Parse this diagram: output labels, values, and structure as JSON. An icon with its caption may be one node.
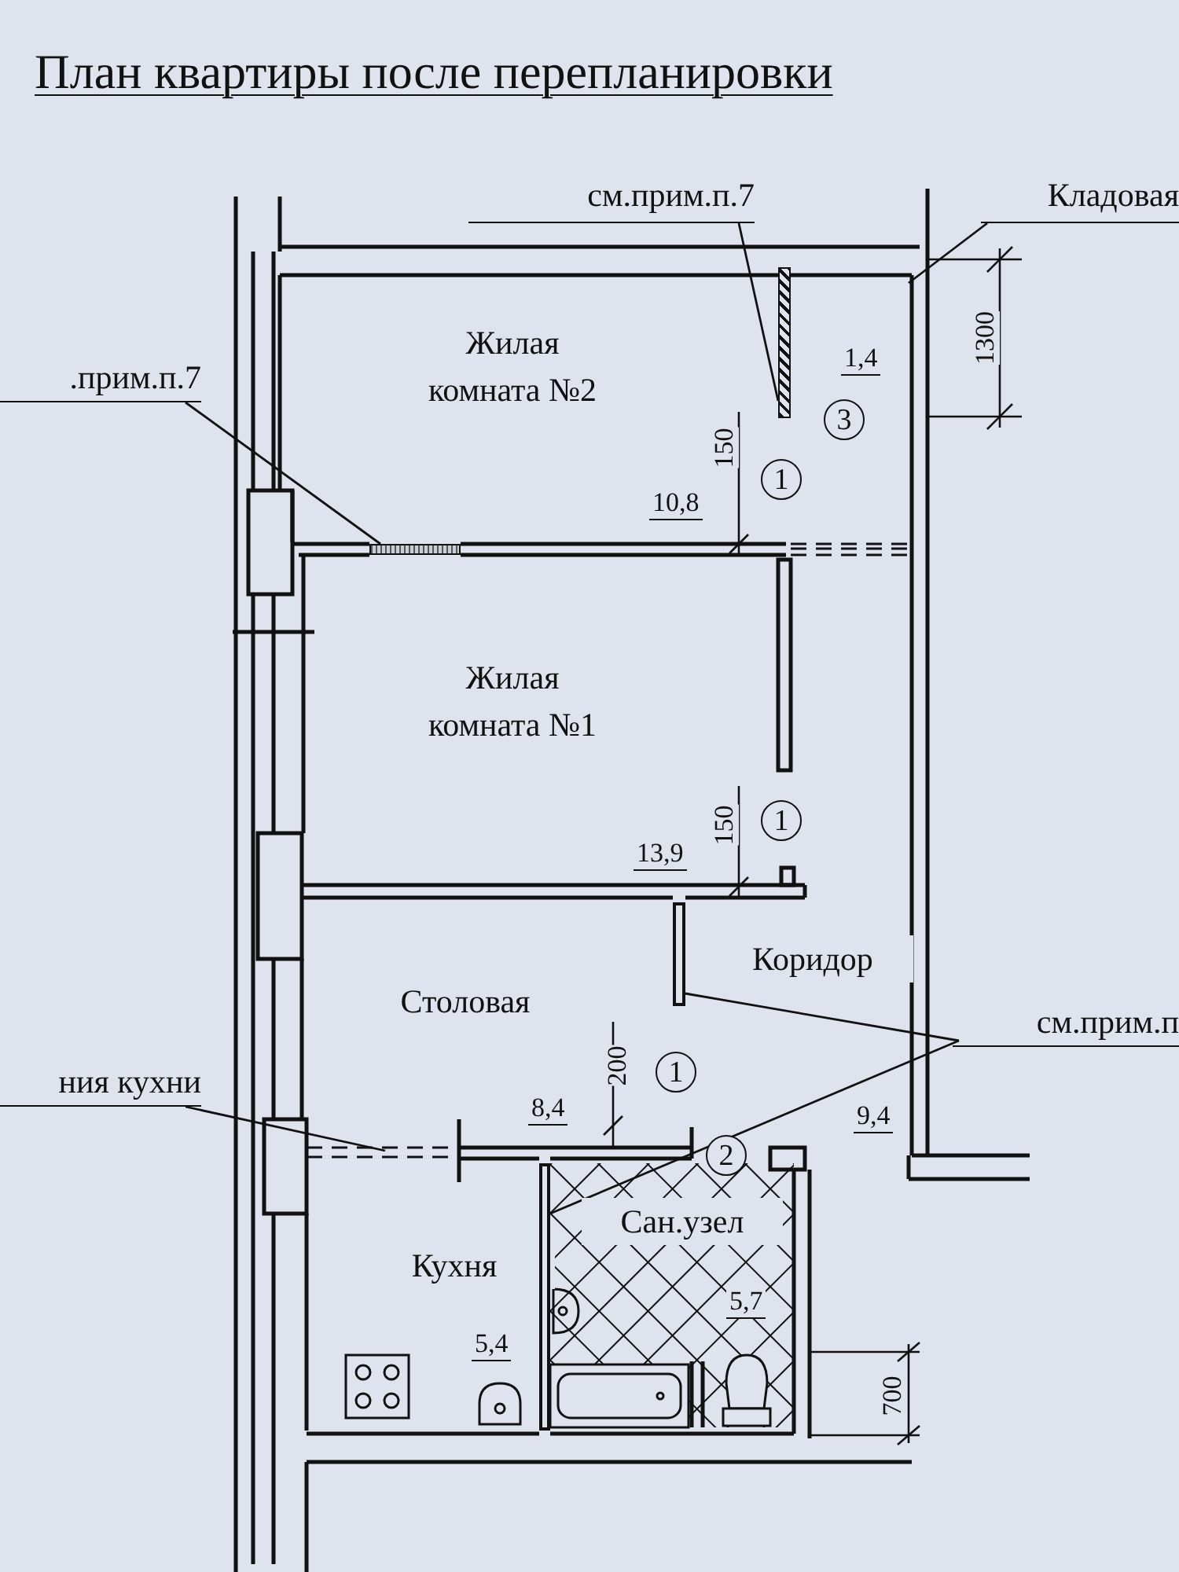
{
  "diagram": {
    "title": "План квартиры после перепланировки",
    "nodes": [
      {
        "text": [
          "Жилая комната №2",
          "10,8"
        ]
      },
      {
        "text": [
          "1,4"
        ]
      },
      {
        "text": [
          "Жилая комната №1",
          "13,9"
        ]
      },
      {
        "text": [
          "Столовая",
          "8,4"
        ]
      },
      {
        "text": [
          "Коридор",
          "9,4"
        ]
      },
      {
        "text": [
          "Кухня",
          "5,4"
        ]
      },
      {
        "text": [
          "Сан.узел",
          "5,7"
        ]
      },
      {
        "text": [
          "см.прим.п.7"
        ]
      },
      {
        "text": [],
        "shape": "bar"
      },
      {
        "text": [
          ".прим.п.7"
        ]
      },
      {
        "text": [],
        "shape": "bar"
      },
      {
        "text": [
          "Кладовая"
        ]
      },
      {
        "text": [
          "см.прим.п"
        ]
      },
      {
        "text": [],
        "shape": "bar"
      },
      {
        "text": [],
        "shape": "bar"
      },
      {
        "text": [
          "ния кухни"
        ]
      }
    ],
    "edges": [
      {
        "from": 7,
        "to": 8,
        "arrow": "none"
      },
      {
        "from": 9,
        "to": 10,
        "arrow": "none"
      },
      {
        "from": 11,
        "to": 1,
        "arrow": "none"
      },
      {
        "from": 12,
        "to": 13,
        "arrow": "none"
      },
      {
        "from": 12,
        "to": 14,
        "arrow": "none"
      },
      {
        "from": 15,
        "to": null,
        "arrow": "none"
      }
    ],
    "labels": [
      "1300",
      "3",
      "150",
      "1",
      "150",
      "1",
      "200",
      "1",
      "2",
      "700"
    ]
  }
}
